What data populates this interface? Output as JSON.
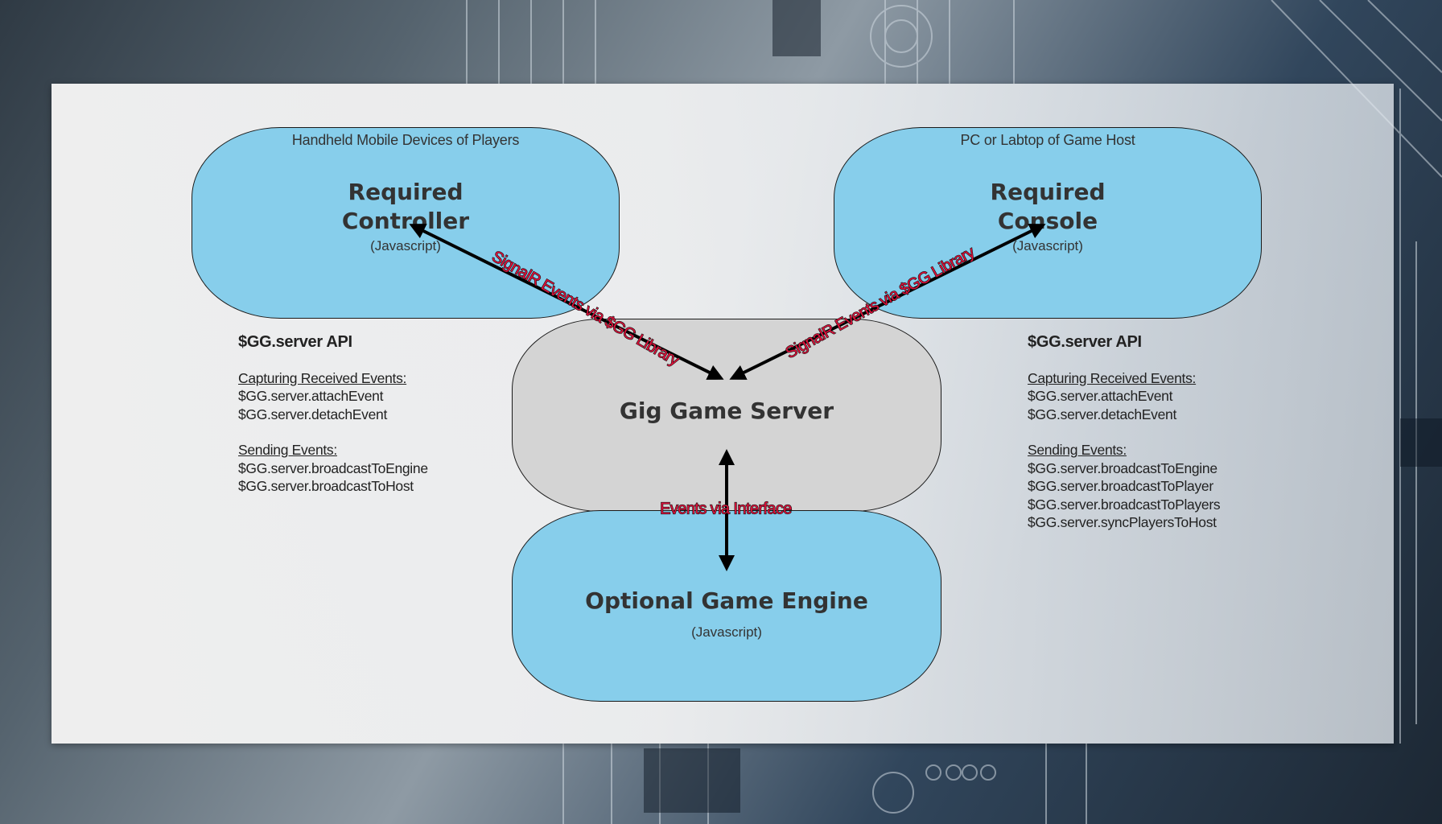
{
  "diagram": {
    "controller": {
      "subtitle": "Handheld Mobile Devices of Players",
      "title_line1": "Required",
      "title_line2": "Controller",
      "lang": "(Javascript)"
    },
    "console": {
      "subtitle": "PC or Labtop of Game Host",
      "title_line1": "Required",
      "title_line2": "Console",
      "lang": "(Javascript)"
    },
    "server": {
      "title": "Gig Game Server"
    },
    "engine": {
      "title": "Optional Game Engine",
      "lang": "(Javascript)"
    },
    "edges": {
      "controller_server": "SignalR Events via $GG Library",
      "console_server": "SignalR Events via $GG Library",
      "server_engine": "Events via Interface"
    },
    "left_api": {
      "header": "$GG.server API",
      "received_title": "Capturing Received Events:",
      "received": [
        "$GG.server.attachEvent",
        "$GG.server.detachEvent"
      ],
      "sending_title": "Sending Events:",
      "sending": [
        "$GG.server.broadcastToEngine",
        "$GG.server.broadcastToHost"
      ]
    },
    "right_api": {
      "header": "$GG.server API",
      "received_title": "Capturing Received Events:",
      "received": [
        "$GG.server.attachEvent",
        "$GG.server.detachEvent"
      ],
      "sending_title": "Sending Events:",
      "sending": [
        "$GG.server.broadcastToEngine",
        "$GG.server.broadcastToPlayer",
        "$GG.server.broadcastToPlayers",
        "$GG.server.syncPlayersToHost"
      ]
    }
  },
  "colors": {
    "box_blue": "#87ceeb",
    "box_gray": "#d4d4d4",
    "edge_label_red": "#e0103a"
  }
}
